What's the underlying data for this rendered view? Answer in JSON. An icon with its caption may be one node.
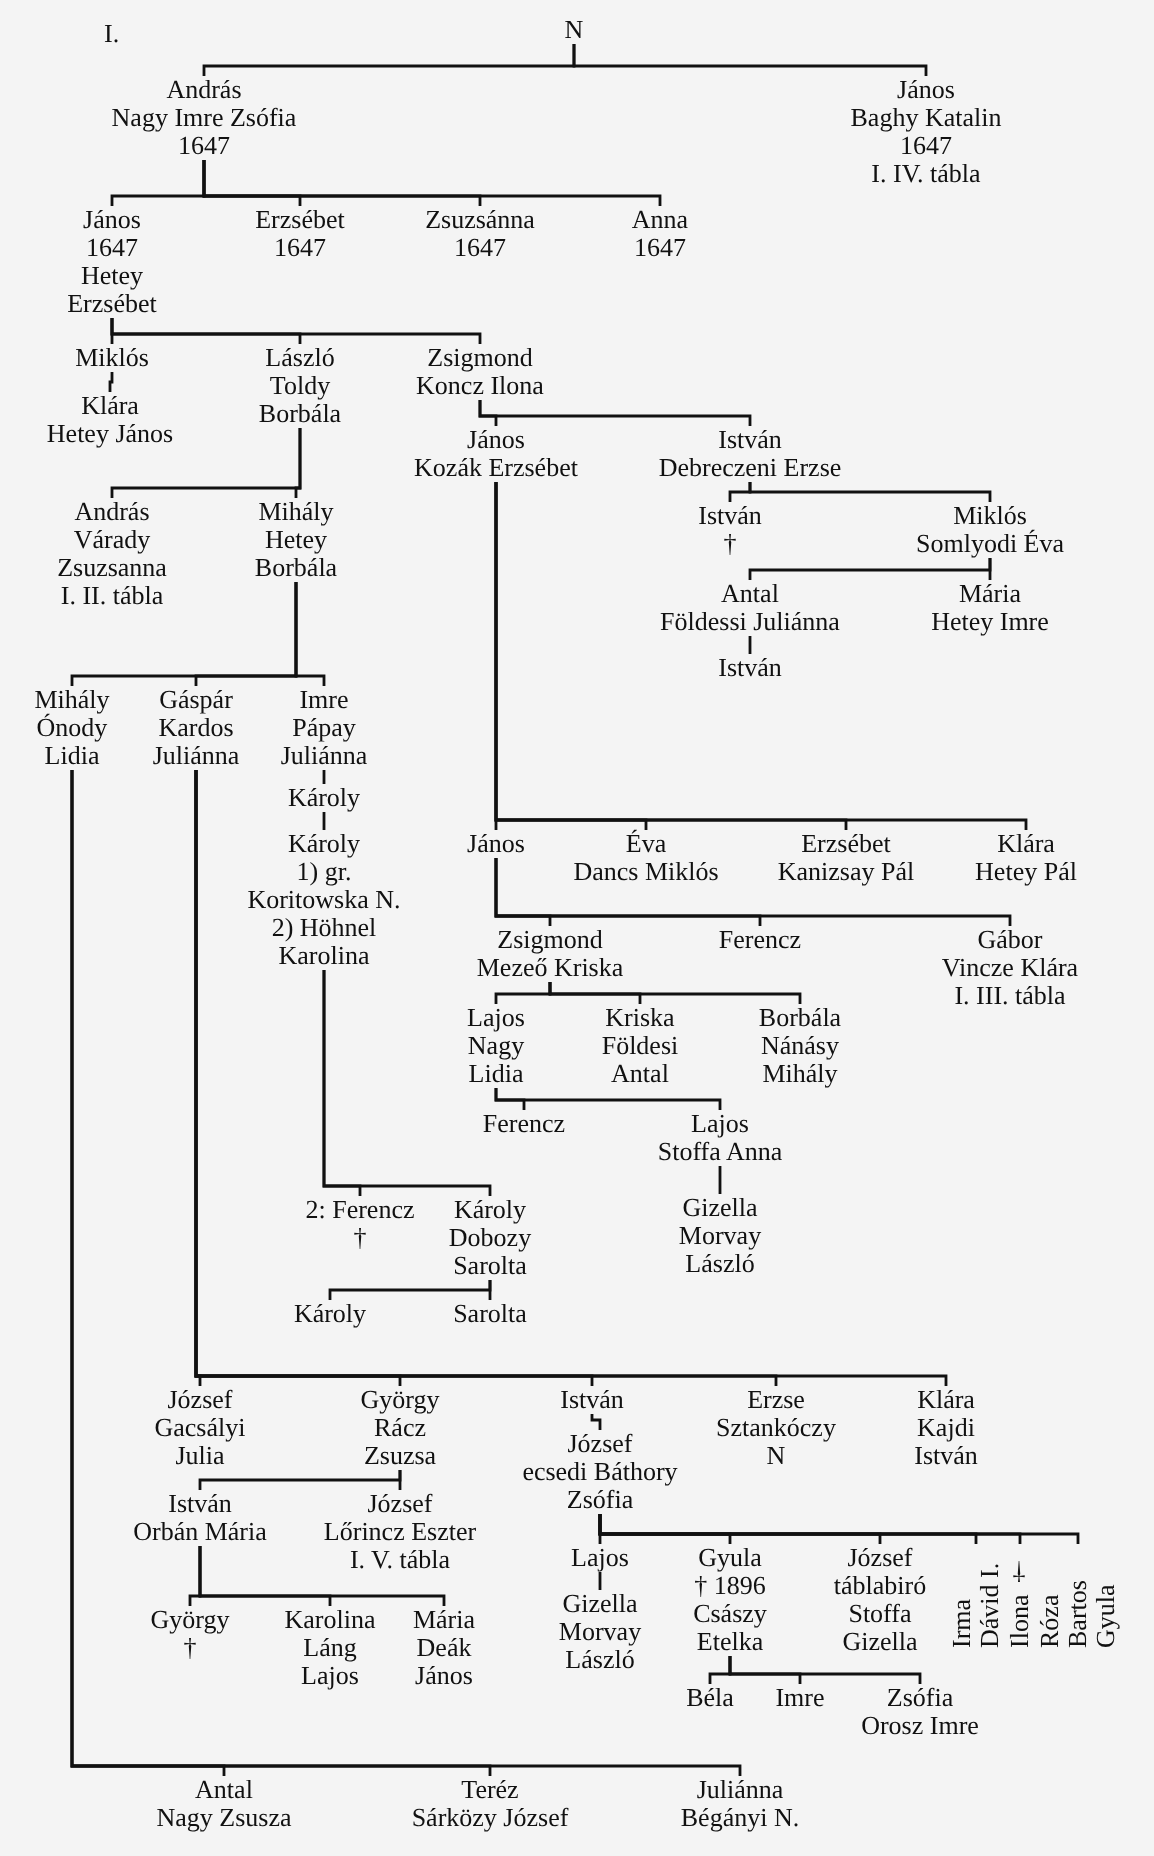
{
  "diagram": {
    "nodes": [
      {
        "text": [
          "N"
        ]
      },
      {
        "text": [
          "András",
          "Nagy Imre Zsófia",
          "1647"
        ]
      },
      {
        "text": [
          "János",
          "Baghy Katalin",
          "1647",
          "I. IV. tábla"
        ]
      },
      {
        "text": [
          "János",
          "1647",
          "Hetey Erzsébet"
        ]
      },
      {
        "text": [
          "Erzsébet",
          "1647"
        ]
      },
      {
        "text": [
          "Zsuzsánna",
          "1647"
        ]
      },
      {
        "text": [
          "Anna",
          "1647"
        ]
      },
      {
        "text": [
          "Miklós"
        ]
      },
      {
        "text": [
          "László",
          "Toldy Borbála"
        ]
      },
      {
        "text": [
          "Zsigmond",
          "Koncz Ilona"
        ]
      },
      {
        "text": [
          "Klára",
          "Hetey János"
        ]
      },
      {
        "text": [
          "András",
          "Várady Zsuzsanna",
          "I. II. tábla"
        ]
      },
      {
        "text": [
          "Mihály",
          "Hetey Borbála"
        ]
      },
      {
        "text": [
          "János",
          "Kozák Erzsébet"
        ]
      },
      {
        "text": [
          "István",
          "Debreczeni Erzse"
        ]
      },
      {
        "text": [
          "István",
          "†"
        ]
      },
      {
        "text": [
          "Miklós",
          "Somlyodi Éva"
        ]
      },
      {
        "text": [
          "Antal",
          "Földessi Juliánna"
        ]
      },
      {
        "text": [
          "Mária",
          "Hetey Imre"
        ]
      },
      {
        "text": [
          "István"
        ]
      },
      {
        "text": [
          "Mihály",
          "Ónody Lidia"
        ]
      },
      {
        "text": [
          "Gáspár",
          "Kardos Juliánna"
        ]
      },
      {
        "text": [
          "Imre",
          "Pápay Juliánna"
        ]
      },
      {
        "text": [
          "Károly"
        ]
      },
      {
        "text": [
          "Károly",
          "1) gr. Koritowska N.",
          "2) Höhnel Karolina"
        ]
      },
      {
        "text": [
          "János"
        ]
      },
      {
        "text": [
          "Éva",
          "Dancs Miklós"
        ]
      },
      {
        "text": [
          "Erzsébet",
          "Kanizsay Pál"
        ]
      },
      {
        "text": [
          "Klára",
          "Hetey Pál"
        ]
      },
      {
        "text": [
          "Zsigmond",
          "Mezeő Kriska"
        ]
      },
      {
        "text": [
          "Ferencz"
        ]
      },
      {
        "text": [
          "Gábor",
          "Vincze Klára",
          "I. III. tábla"
        ]
      },
      {
        "text": [
          "Lajos",
          "Nagy Lidia"
        ]
      },
      {
        "text": [
          "Kriska",
          "Földesi Antal"
        ]
      },
      {
        "text": [
          "Borbála",
          "Nánásy Mihály"
        ]
      },
      {
        "text": [
          "Ferencz"
        ]
      },
      {
        "text": [
          "Lajos",
          "Stoffa Anna"
        ]
      },
      {
        "text": [
          "Gizella",
          "Morvay László"
        ]
      },
      {
        "text": [
          "2: Ferencz",
          "†"
        ]
      },
      {
        "text": [
          "Károly",
          "Dobozy Sarolta"
        ]
      },
      {
        "text": [
          "Károly"
        ]
      },
      {
        "text": [
          "Sarolta"
        ]
      },
      {
        "text": [
          "József",
          "Gacsályi Julia"
        ]
      },
      {
        "text": [
          "György",
          "Rácz Zsuzsa"
        ]
      },
      {
        "text": [
          "István"
        ]
      },
      {
        "text": [
          "Erzse",
          "Sztankóczy N"
        ]
      },
      {
        "text": [
          "Klára",
          "Kajdi István"
        ]
      },
      {
        "text": [
          "József",
          "ecsedi Báthory Zsófia"
        ]
      },
      {
        "text": [
          "István",
          "Orbán Mária"
        ]
      },
      {
        "text": [
          "József",
          "Lőrincz Eszter",
          "I. V. tábla"
        ]
      },
      {
        "text": [
          "György",
          "†"
        ]
      },
      {
        "text": [
          "Karolina",
          "Láng Lajos"
        ]
      },
      {
        "text": [
          "Mária",
          "Deák János"
        ]
      },
      {
        "text": [
          "Lajos"
        ]
      },
      {
        "text": [
          "Gyula",
          "† 1896",
          "Császy Etelka"
        ]
      },
      {
        "text": [
          "József",
          "táblabiró",
          "Stoffa Gizella"
        ]
      },
      {
        "text": [
          "Irma",
          "Dávid I."
        ]
      },
      {
        "text": [
          "Ilona †"
        ]
      },
      {
        "text": [
          "Róza",
          "Bartos Gyula"
        ]
      },
      {
        "text": [
          "Gizella",
          "Morvay László"
        ]
      },
      {
        "text": [
          "Béla"
        ]
      },
      {
        "text": [
          "Imre"
        ]
      },
      {
        "text": [
          "Zsófia",
          "Orosz Imre"
        ]
      },
      {
        "text": [
          "Antal",
          "Nagy Zsusza"
        ]
      },
      {
        "text": [
          "Teréz",
          "Sárközy József"
        ]
      },
      {
        "text": [
          "Juliánna",
          "Bégányi N."
        ]
      }
    ],
    "edges": [
      {
        "from": 0,
        "to": 1,
        "arrow": "none"
      },
      {
        "from": 0,
        "to": 2,
        "arrow": "none"
      },
      {
        "from": 1,
        "to": 3,
        "arrow": "none"
      },
      {
        "from": 1,
        "to": 4,
        "arrow": "none"
      },
      {
        "from": 1,
        "to": 5,
        "arrow": "none"
      },
      {
        "from": 1,
        "to": 6,
        "arrow": "none"
      },
      {
        "from": 3,
        "to": 7,
        "arrow": "none"
      },
      {
        "from": 3,
        "to": 8,
        "arrow": "none"
      },
      {
        "from": 3,
        "to": 9,
        "arrow": "none"
      },
      {
        "from": 7,
        "to": 10,
        "arrow": "none"
      },
      {
        "from": 8,
        "to": 11,
        "arrow": "none"
      },
      {
        "from": 8,
        "to": 12,
        "arrow": "none"
      },
      {
        "from": 9,
        "to": 13,
        "arrow": "none"
      },
      {
        "from": 9,
        "to": 14,
        "arrow": "none"
      },
      {
        "from": 14,
        "to": 15,
        "arrow": "none"
      },
      {
        "from": 14,
        "to": 16,
        "arrow": "none"
      },
      {
        "from": 16,
        "to": 17,
        "arrow": "none"
      },
      {
        "from": 16,
        "to": 18,
        "arrow": "none"
      },
      {
        "from": 17,
        "to": 19,
        "arrow": "none"
      },
      {
        "from": 12,
        "to": 20,
        "arrow": "none"
      },
      {
        "from": 12,
        "to": 21,
        "arrow": "none"
      },
      {
        "from": 12,
        "to": 22,
        "arrow": "none"
      },
      {
        "from": 22,
        "to": 23,
        "arrow": "none"
      },
      {
        "from": 23,
        "to": 24,
        "arrow": "none"
      },
      {
        "from": 13,
        "to": 25,
        "arrow": "none"
      },
      {
        "from": 13,
        "to": 26,
        "arrow": "none"
      },
      {
        "from": 13,
        "to": 27,
        "arrow": "none"
      },
      {
        "from": 13,
        "to": 28,
        "arrow": "none"
      },
      {
        "from": 25,
        "to": 29,
        "arrow": "none"
      },
      {
        "from": 25,
        "to": 30,
        "arrow": "none"
      },
      {
        "from": 25,
        "to": 31,
        "arrow": "none"
      },
      {
        "from": 29,
        "to": 32,
        "arrow": "none"
      },
      {
        "from": 29,
        "to": 33,
        "arrow": "none"
      },
      {
        "from": 29,
        "to": 34,
        "arrow": "none"
      },
      {
        "from": 32,
        "to": 35,
        "arrow": "none"
      },
      {
        "from": 32,
        "to": 36,
        "arrow": "none"
      },
      {
        "from": 36,
        "to": 37,
        "arrow": "none"
      },
      {
        "from": 24,
        "to": 38,
        "arrow": "none"
      },
      {
        "from": 24,
        "to": 39,
        "arrow": "none"
      },
      {
        "from": 39,
        "to": 40,
        "arrow": "none"
      },
      {
        "from": 39,
        "to": 41,
        "arrow": "none"
      },
      {
        "from": 21,
        "to": 42,
        "arrow": "none"
      },
      {
        "from": 21,
        "to": 43,
        "arrow": "none"
      },
      {
        "from": 21,
        "to": 44,
        "arrow": "none"
      },
      {
        "from": 21,
        "to": 45,
        "arrow": "none"
      },
      {
        "from": 21,
        "to": 46,
        "arrow": "none"
      },
      {
        "from": 44,
        "to": 47,
        "arrow": "none"
      },
      {
        "from": 43,
        "to": 48,
        "arrow": "none"
      },
      {
        "from": 43,
        "to": 49,
        "arrow": "none"
      },
      {
        "from": 48,
        "to": 50,
        "arrow": "none"
      },
      {
        "from": 48,
        "to": 51,
        "arrow": "none"
      },
      {
        "from": 48,
        "to": 52,
        "arrow": "none"
      },
      {
        "from": 47,
        "to": 53,
        "arrow": "none"
      },
      {
        "from": 47,
        "to": 54,
        "arrow": "none"
      },
      {
        "from": 47,
        "to": 55,
        "arrow": "none"
      },
      {
        "from": 47,
        "to": 56,
        "arrow": "none"
      },
      {
        "from": 47,
        "to": 57,
        "arrow": "none"
      },
      {
        "from": 47,
        "to": 58,
        "arrow": "none"
      },
      {
        "from": 53,
        "to": 59,
        "arrow": "none"
      },
      {
        "from": 54,
        "to": 60,
        "arrow": "none"
      },
      {
        "from": 54,
        "to": 61,
        "arrow": "none"
      },
      {
        "from": 54,
        "to": 62,
        "arrow": "none"
      },
      {
        "from": 20,
        "to": 63,
        "arrow": "none"
      },
      {
        "from": 20,
        "to": 64,
        "arrow": "none"
      },
      {
        "from": 20,
        "to": 65,
        "arrow": "none"
      }
    ],
    "labels": [
      "I."
    ]
  }
}
